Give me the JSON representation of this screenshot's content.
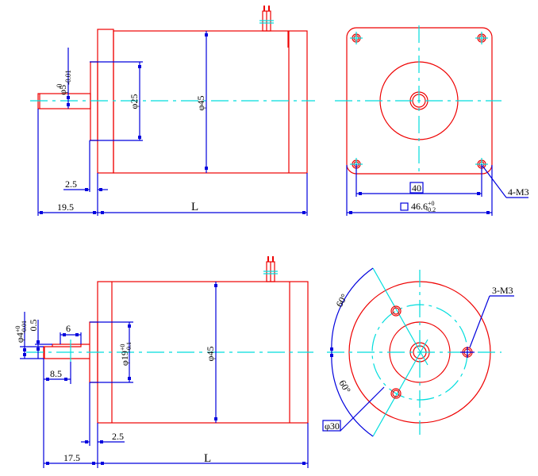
{
  "drawing": {
    "title": "Motor outline drawing",
    "colors": {
      "outline": "#ee0000",
      "dimension": "#0000dd",
      "centerline": "#00dddd",
      "text": "#000000"
    }
  },
  "top_side_view": {
    "shaft_dia": "φ5",
    "shaft_tol_upper": "0",
    "shaft_tol_lower": "-0.01",
    "pilot_dia": "φ25",
    "body_dia": "φ45",
    "flange_thk": "2.5",
    "shaft_len": "19.5",
    "body_len": "L"
  },
  "top_front_view": {
    "hole_spacing": "40",
    "flange_square_symbol": "□",
    "flange_size": "46.6",
    "flange_tol_upper": "+0",
    "flange_tol_lower": "-0.2",
    "holes_callout": "4-M3"
  },
  "bottom_side_view": {
    "shaft_dia": "φ4",
    "shaft_tol_upper": "+0",
    "shaft_tol_lower": "-0.01",
    "flat_depth": "0.5",
    "flat_len": "6",
    "flat_pos": "8.5",
    "pilot_dia": "φ19",
    "pilot_tol_upper": "+0",
    "pilot_tol_lower": "-0.1",
    "body_dia": "φ45",
    "flange_thk": "2.5",
    "shaft_len": "17.5",
    "body_len": "L"
  },
  "bottom_front_view": {
    "angle_upper": "60°",
    "angle_lower": "60°",
    "holes_callout": "3-M3",
    "bolt_circle": "φ30"
  }
}
